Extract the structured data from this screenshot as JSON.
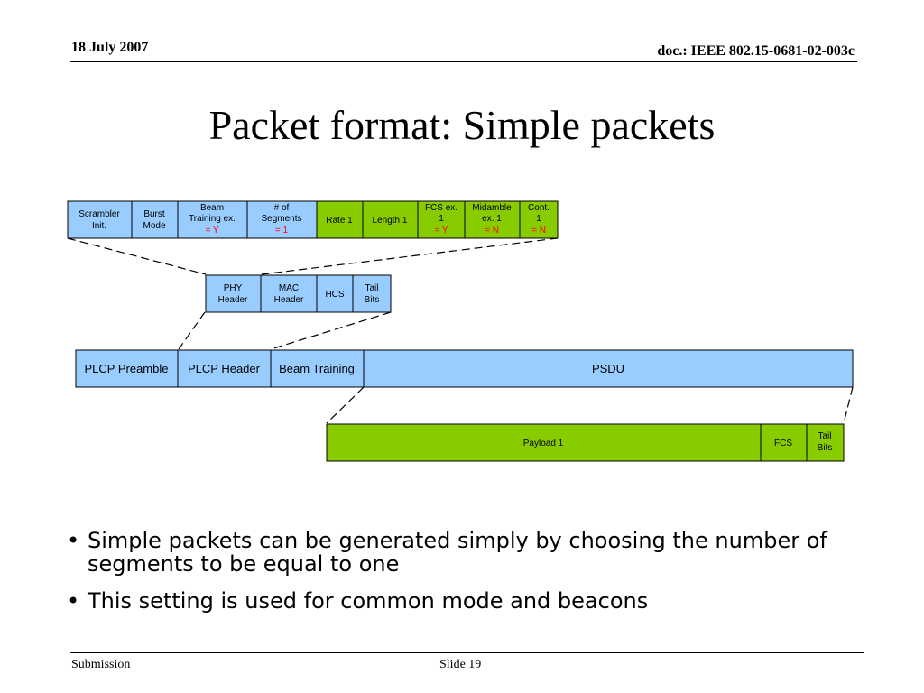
{
  "header": {
    "date": "18 July 2007",
    "doc": "doc.: IEEE 802.15-0681-02-003c"
  },
  "title": "Packet format: Simple packets",
  "diagram": {
    "top_row": {
      "scrambler": [
        "Scrambler",
        "Init."
      ],
      "burst": [
        "Burst",
        "Mode"
      ],
      "beam": [
        "Beam",
        "Training ex.",
        "= Y"
      ],
      "segments": [
        "# of",
        "Segments",
        "= 1"
      ],
      "rate": "Rate 1",
      "length": "Length 1",
      "fcs_ex": [
        "FCS ex.",
        "1",
        "= Y"
      ],
      "midamble": [
        "Midamble",
        "ex. 1",
        "= N"
      ],
      "cont": [
        "Cont.",
        "1",
        "= N"
      ]
    },
    "header_row": {
      "phy": [
        "PHY",
        "Header"
      ],
      "mac": [
        "MAC",
        "Header"
      ],
      "hcs": "HCS",
      "tail": [
        "Tail",
        "Bits"
      ]
    },
    "plcp_row": {
      "preamble": "PLCP Preamble",
      "header": "PLCP Header",
      "beam": "Beam Training",
      "psdu": "PSDU"
    },
    "payload_row": {
      "payload": "Payload 1",
      "fcs": "FCS",
      "tail": [
        "Tail",
        "Bits"
      ]
    },
    "colors": {
      "blue": "#99ccff",
      "green": "#88cc00",
      "red": "#ff0000"
    }
  },
  "bullets": [
    {
      "dot": "•",
      "text": "Simple packets can be generated simply by choosing the number of segments to be equal to one"
    },
    {
      "dot": "•",
      "text": "This setting is used for common mode and beacons"
    }
  ],
  "footer": {
    "left": "Submission",
    "slide": "Slide 19"
  }
}
